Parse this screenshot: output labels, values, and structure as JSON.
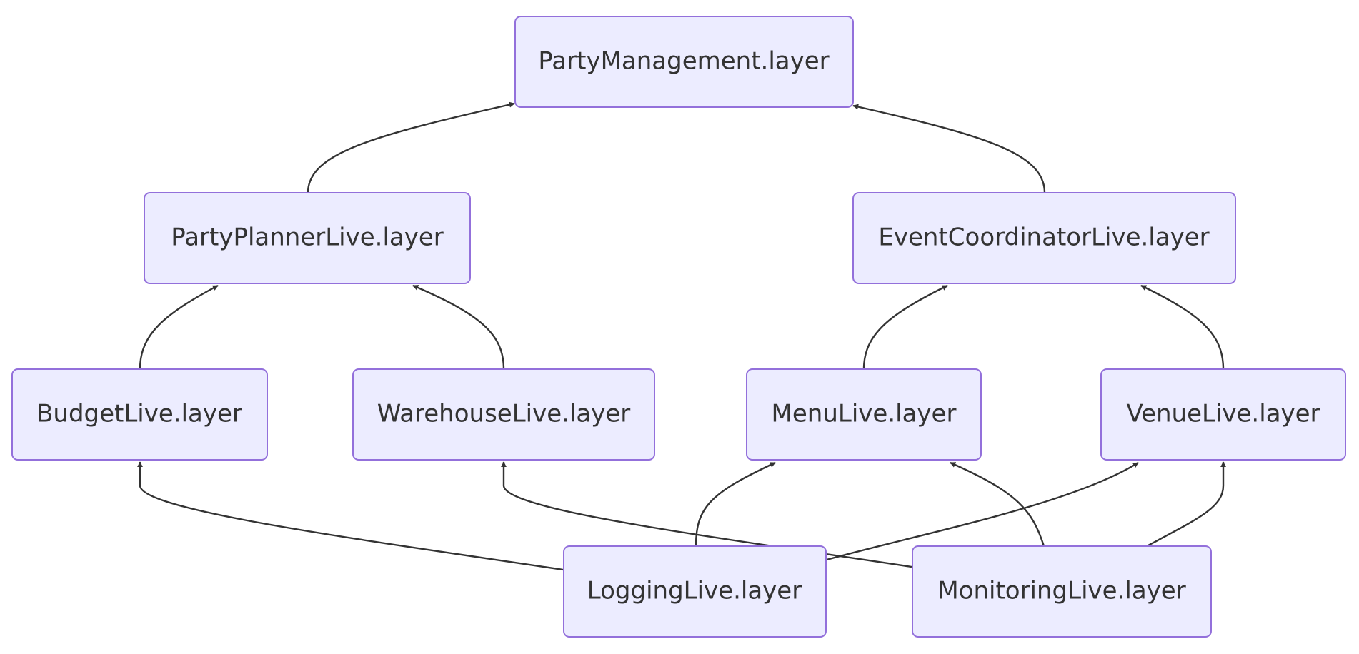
{
  "nodes": [
    {
      "id": "party-management",
      "label": "PartyManagement.layer"
    },
    {
      "id": "party-planner-live",
      "label": "PartyPlannerLive.layer"
    },
    {
      "id": "event-coordinator-live",
      "label": "EventCoordinatorLive.layer"
    },
    {
      "id": "budget-live",
      "label": "BudgetLive.layer"
    },
    {
      "id": "warehouse-live",
      "label": "WarehouseLive.layer"
    },
    {
      "id": "menu-live",
      "label": "MenuLive.layer"
    },
    {
      "id": "venue-live",
      "label": "VenueLive.layer"
    },
    {
      "id": "logging-live",
      "label": "LoggingLive.layer"
    },
    {
      "id": "monitoring-live",
      "label": "MonitoringLive.layer"
    }
  ],
  "edges": [
    {
      "from": "party-planner-live",
      "to": "party-management"
    },
    {
      "from": "event-coordinator-live",
      "to": "party-management"
    },
    {
      "from": "budget-live",
      "to": "party-planner-live"
    },
    {
      "from": "warehouse-live",
      "to": "party-planner-live"
    },
    {
      "from": "menu-live",
      "to": "event-coordinator-live"
    },
    {
      "from": "venue-live",
      "to": "event-coordinator-live"
    },
    {
      "from": "logging-live",
      "to": "budget-live"
    },
    {
      "from": "monitoring-live",
      "to": "warehouse-live"
    },
    {
      "from": "logging-live",
      "to": "menu-live"
    },
    {
      "from": "monitoring-live",
      "to": "menu-live"
    },
    {
      "from": "logging-live",
      "to": "venue-live"
    },
    {
      "from": "monitoring-live",
      "to": "venue-live"
    }
  ],
  "colors": {
    "node_fill": "#ececff",
    "node_border": "#9370db",
    "edge": "#333333",
    "text": "#333333"
  }
}
